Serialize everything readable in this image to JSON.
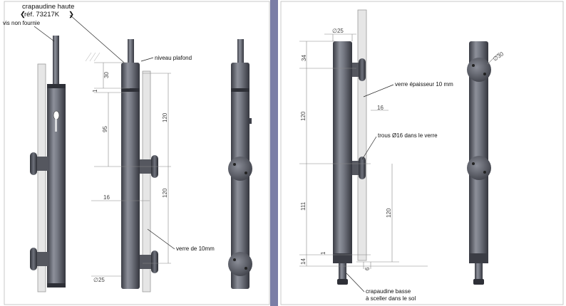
{
  "labels": {
    "crapaudine_haute": "crapaudine haute",
    "ref": "réf. 73217K",
    "vis": "vis non fournie",
    "niveau": "niveau plafond",
    "verre10": "verre de 10mm",
    "verre_ep": "verre épaisseur 10 mm",
    "trous": "trous Ø16 dans le verre",
    "crap_basse_1": "crapaudine basse",
    "crap_basse_2": "à sceller dans le sol"
  },
  "dims": {
    "d30_left": "30",
    "d1_left": "1",
    "d95": "95",
    "d120_a": "120",
    "d120_b": "120",
    "d16_left": "16",
    "diam25_left": "∅25",
    "diam25_right": "∅25",
    "d34": "34",
    "d120_c": "120",
    "d16_right": "16",
    "d111": "111",
    "d120_d": "120",
    "d14": "14",
    "d1_right": "1",
    "d6": "6",
    "diam30": "∅30"
  },
  "colors": {
    "divider": "#7b7ea6",
    "body": "#6c6f7a",
    "body_dark": "#3e4049",
    "glass": "#e6e6e6"
  }
}
